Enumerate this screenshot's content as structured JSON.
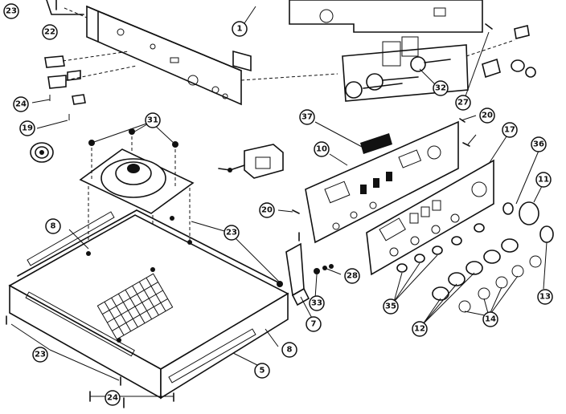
{
  "diagram": {
    "callouts": [
      {
        "id": "c23a",
        "label": "23"
      },
      {
        "id": "c22",
        "label": "22"
      },
      {
        "id": "c1",
        "label": "1"
      },
      {
        "id": "c24a",
        "label": "24"
      },
      {
        "id": "c19",
        "label": "19"
      },
      {
        "id": "c31",
        "label": "31"
      },
      {
        "id": "c37",
        "label": "37"
      },
      {
        "id": "c10",
        "label": "10"
      },
      {
        "id": "c20a",
        "label": "20"
      },
      {
        "id": "c20b",
        "label": "20"
      },
      {
        "id": "c17",
        "label": "17"
      },
      {
        "id": "c36",
        "label": "36"
      },
      {
        "id": "c11",
        "label": "11"
      },
      {
        "id": "c32",
        "label": "32"
      },
      {
        "id": "c27",
        "label": "27"
      },
      {
        "id": "c8a",
        "label": "8"
      },
      {
        "id": "c23b",
        "label": "23"
      },
      {
        "id": "c28",
        "label": "28"
      },
      {
        "id": "c33",
        "label": "33"
      },
      {
        "id": "c7",
        "label": "7"
      },
      {
        "id": "c35",
        "label": "35"
      },
      {
        "id": "c12",
        "label": "12"
      },
      {
        "id": "c14",
        "label": "14"
      },
      {
        "id": "c13",
        "label": "13"
      },
      {
        "id": "c8b",
        "label": "8"
      },
      {
        "id": "c5",
        "label": "5"
      },
      {
        "id": "c23c",
        "label": "23"
      },
      {
        "id": "c24b",
        "label": "24"
      }
    ]
  }
}
